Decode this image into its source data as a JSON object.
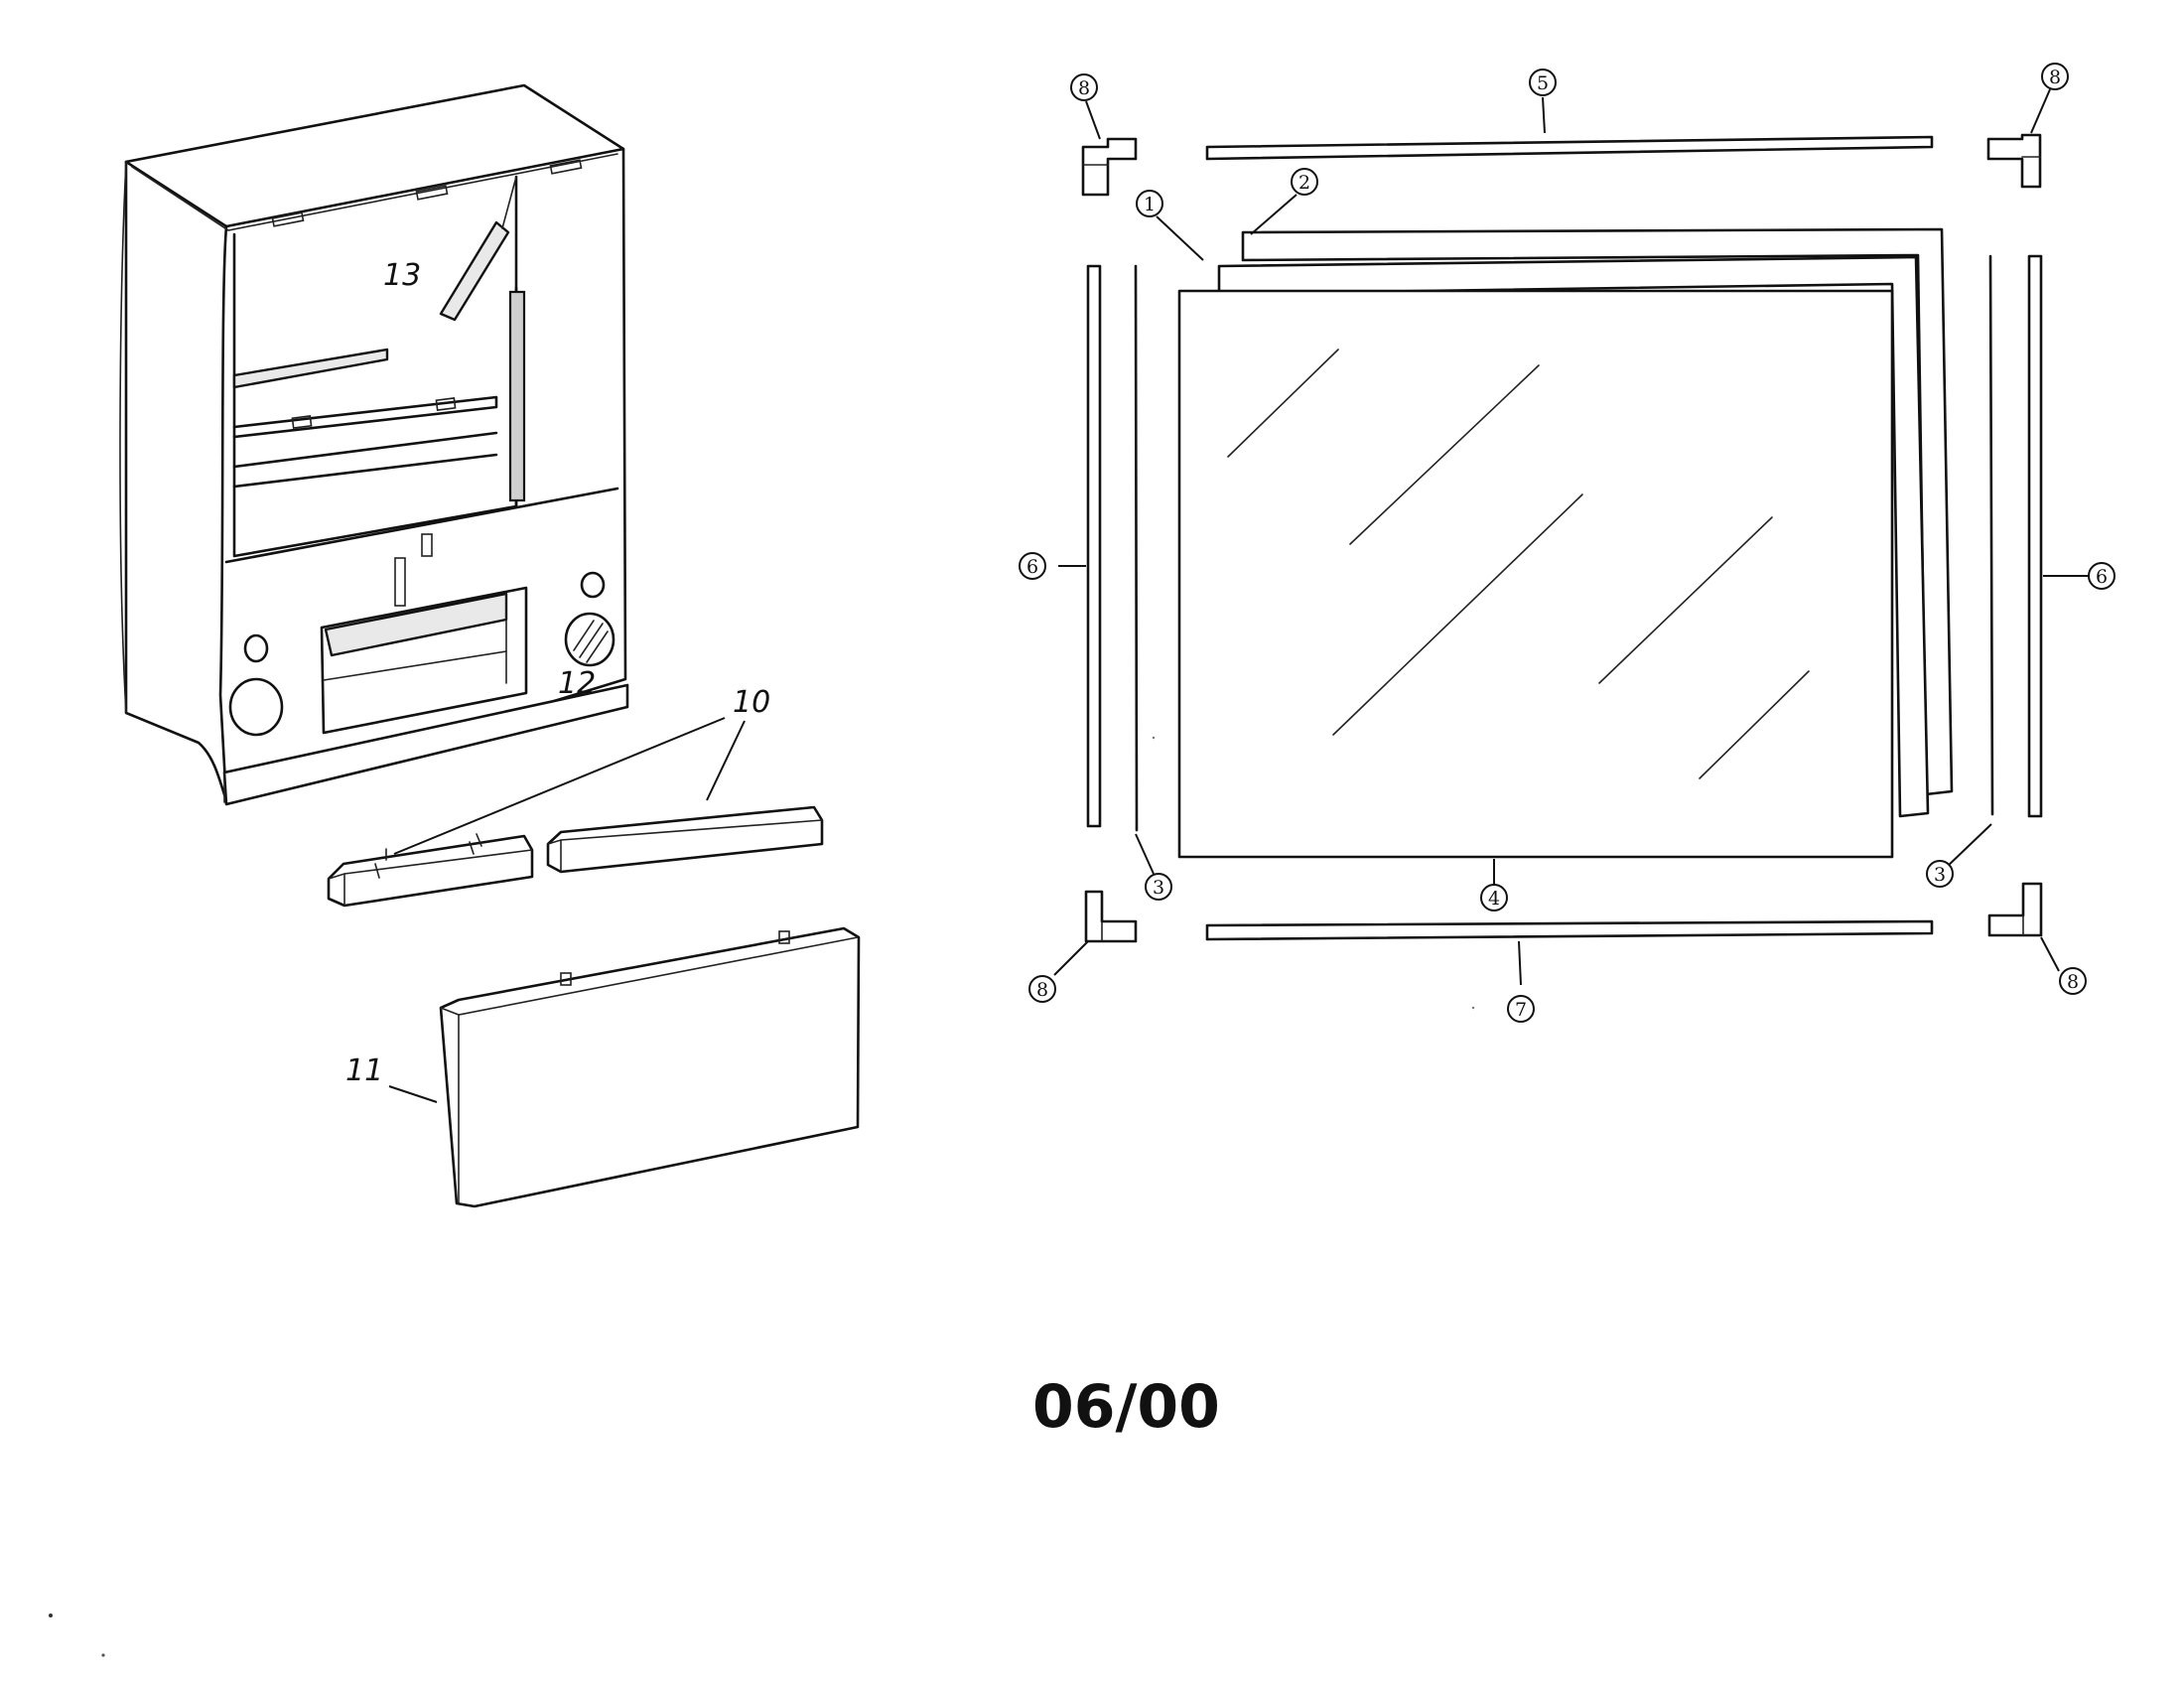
{
  "callouts": {
    "c1": "1",
    "c2": "2",
    "c3a": "3",
    "c3b": "3",
    "c4": "4",
    "c5": "5",
    "c6a": "6",
    "c6b": "6",
    "c7": "7",
    "c8a": "8",
    "c8b": "8",
    "c8c": "8",
    "c8d": "8"
  },
  "handwritten": {
    "p10": "10",
    "p11": "11",
    "p12": "12",
    "p13": "13"
  },
  "date_stamp": "06/00"
}
